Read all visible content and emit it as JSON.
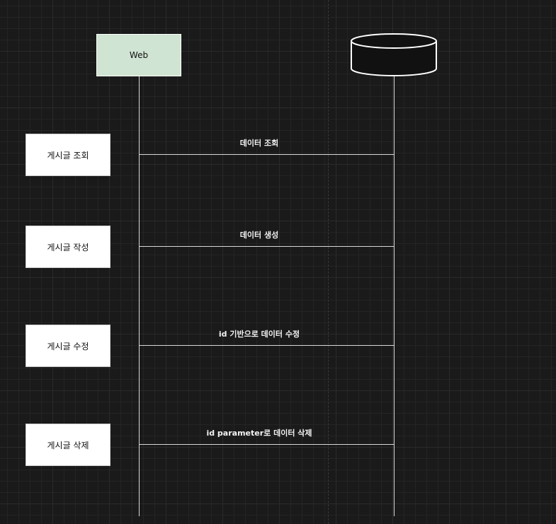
{
  "participants": {
    "web": {
      "label": "Web",
      "fill": "#cfe4d2"
    },
    "database": {
      "icon": "database-cylinder-icon"
    }
  },
  "steps": [
    {
      "action": "게시글 조회",
      "message": "데이터 조회"
    },
    {
      "action": "게시글 작성",
      "message": "데이터 생성"
    },
    {
      "action": "게시글 수정",
      "message": "id 기반으로 데이터 수정"
    },
    {
      "action": "게시글 삭제",
      "message": "id parameter로 데이터 삭제"
    }
  ],
  "colors": {
    "background": "#1a1a1a",
    "line": "#d8d8d8",
    "label_text": "#f2f2f2"
  }
}
